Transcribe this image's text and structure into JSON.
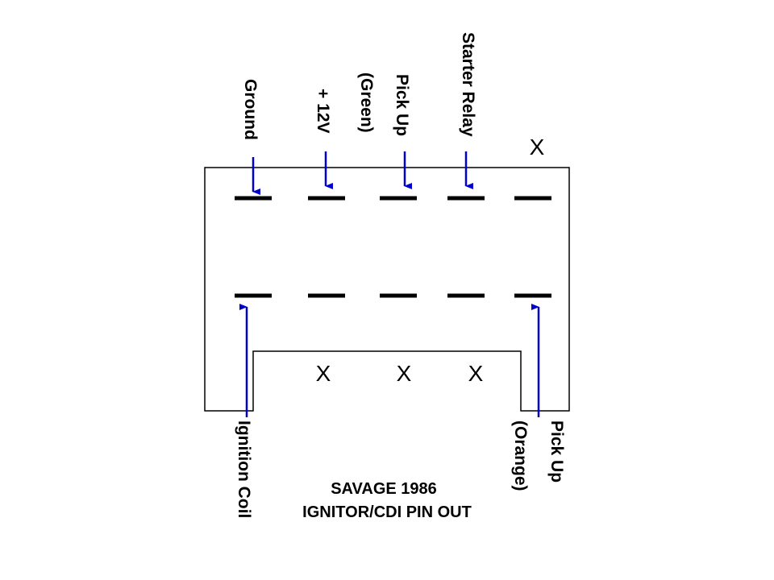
{
  "colors": {
    "background": "#ffffff",
    "outline": "#000000",
    "pin": "#000000",
    "arrow": "#0000cc",
    "text": "#000000"
  },
  "labels": {
    "ground": "Ground",
    "plus_12v": "+ 12V",
    "pickup_green_line1": "Pick Up",
    "pickup_green_line2": "(Green)",
    "starter_relay": "Starter Relay",
    "ignition_coil": "Ignition Coil",
    "pickup_orange_line1": "Pick Up",
    "pickup_orange_line2": "(Orange)"
  },
  "unused_marks": {
    "top_right": "X",
    "bottom_1": "X",
    "bottom_2": "X",
    "bottom_3": "X"
  },
  "title": {
    "line1": "SAVAGE 1986",
    "line2": "IGNITOR/CDI PIN OUT"
  }
}
